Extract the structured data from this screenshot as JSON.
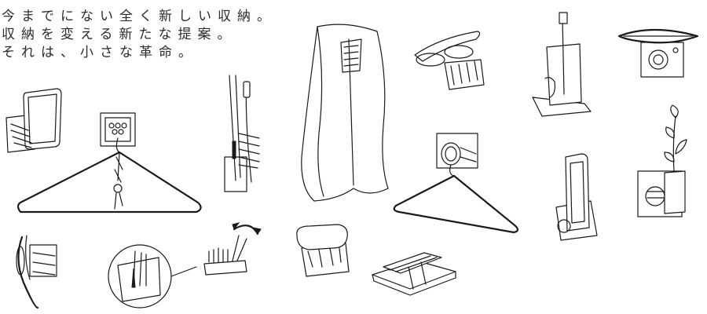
{
  "headline": {
    "line1": "今までにない全く新しい収納。",
    "line2": "収納を変える新たな提案。",
    "line3": "それは、小さな革命。"
  },
  "illustrations": [
    "smartphone-holder-icon",
    "hanger-hook-keys-icon",
    "toothbrush-holder-icon",
    "towel-icon",
    "eyeglasses-holder-icon",
    "tall-stand-icon",
    "camera-strap-icon",
    "ring-hook-hanger-icon",
    "phone-stand-icon",
    "plant-pot-icon",
    "glasses-side-icon",
    "magnifier-detail-icon",
    "tilt-arrow-icon",
    "soap-dish-icon",
    "tray-icon"
  ]
}
